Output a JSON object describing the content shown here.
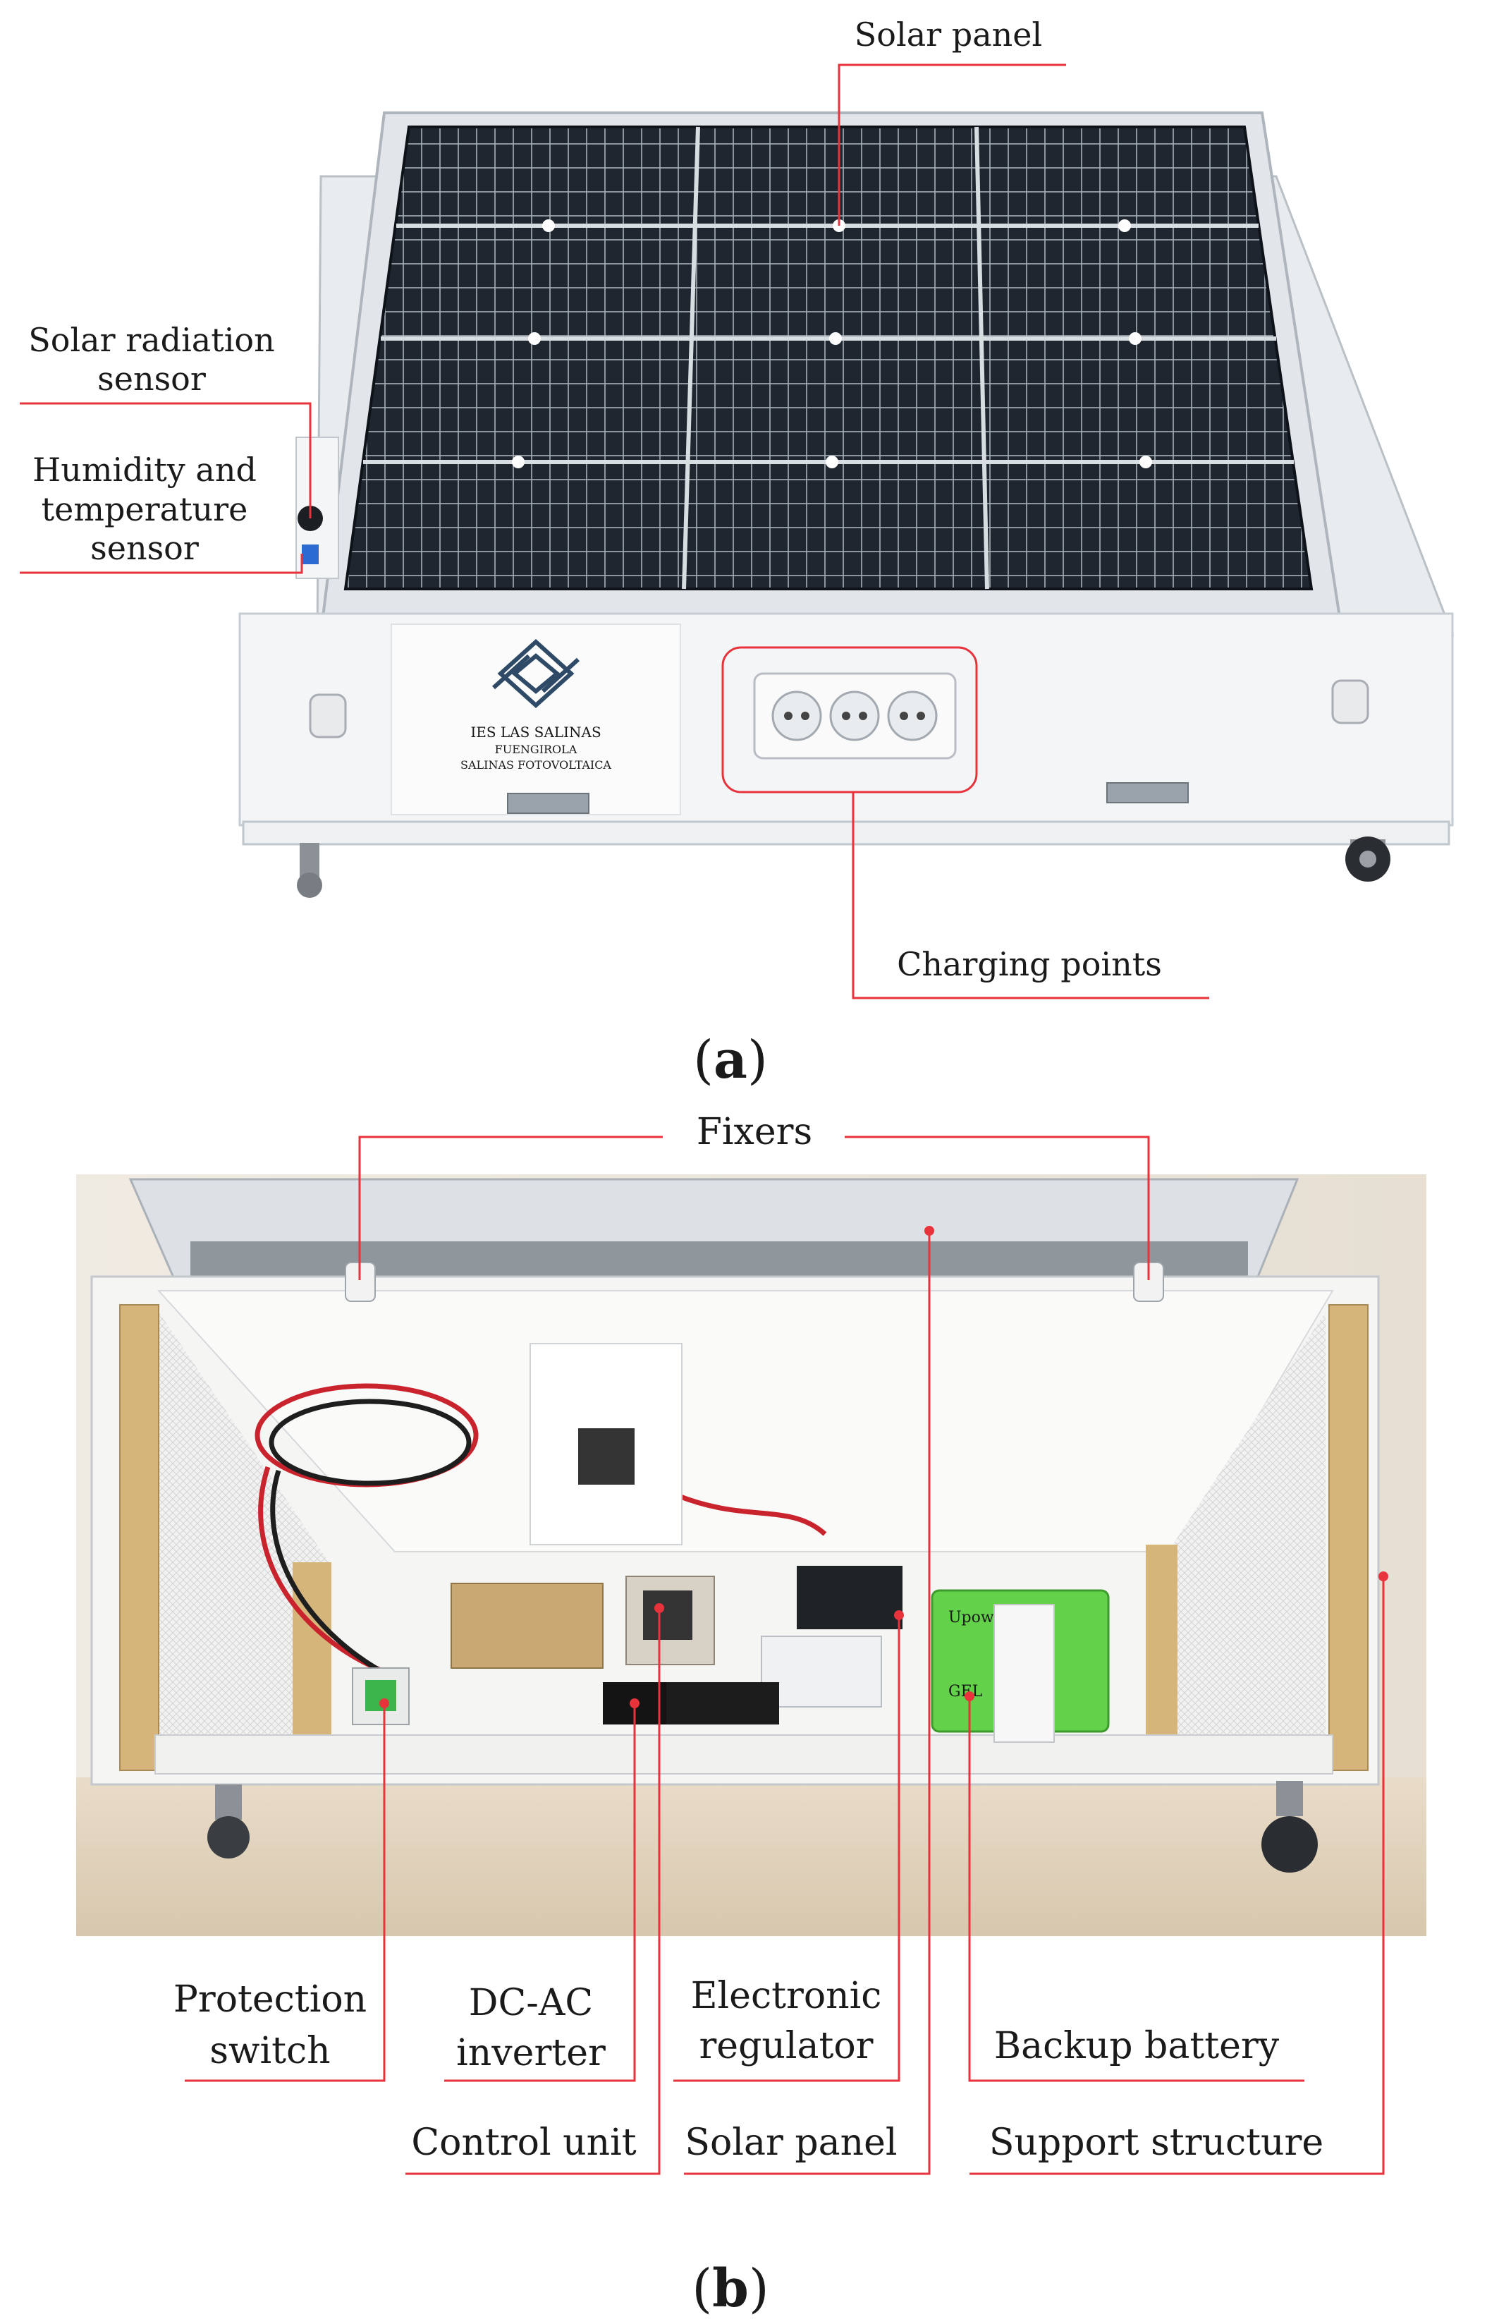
{
  "panel_a": {
    "caption": "(a)",
    "caption_letter": "a",
    "labels": {
      "solar_panel": "Solar panel",
      "solar_radiation_sensor": [
        "Solar radiation",
        "sensor"
      ],
      "humidity_temperature_sensor": [
        "Humidity and",
        "temperature",
        "sensor"
      ],
      "charging_points": "Charging points"
    },
    "logo_text": [
      "IES LAS SALINAS",
      "FUENGIROLA",
      "SALINAS FOTOVOLTAICA"
    ]
  },
  "panel_b": {
    "caption": "(b)",
    "caption_letter": "b",
    "labels": {
      "fixers": "Fixers",
      "protection_switch": [
        "Protection",
        "switch"
      ],
      "dc_ac_inverter": [
        "DC-AC",
        "inverter"
      ],
      "electronic_regulator": [
        "Electronic",
        "regulator"
      ],
      "backup_battery": "Backup battery",
      "control_unit": "Control unit",
      "solar_panel": "Solar panel",
      "support_structure": "Support structure"
    },
    "battery_brand": "Upower",
    "battery_type": "GEL"
  },
  "colors": {
    "leader_line": "#e8323c",
    "panel_cell": "#1f2630",
    "frame": "#e4e8ec",
    "battery": "#63d24a"
  }
}
